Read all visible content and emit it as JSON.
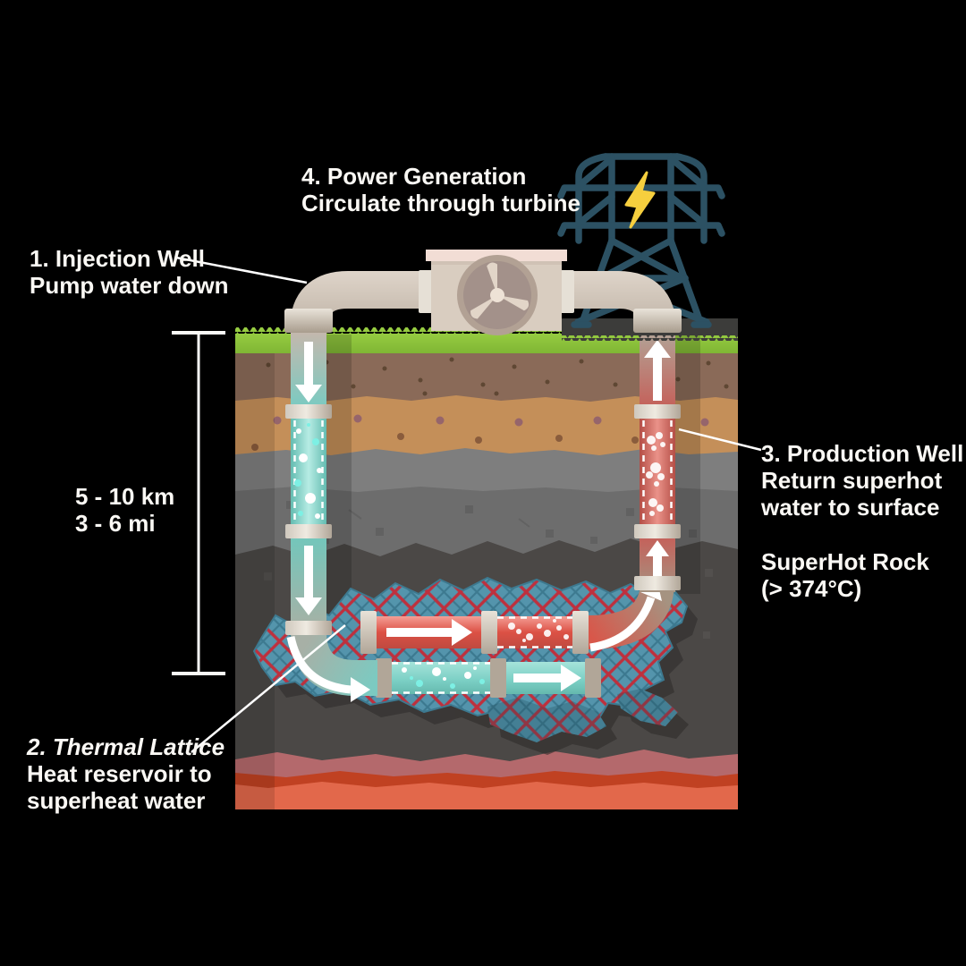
{
  "background_color": "#000000",
  "labels": {
    "power_generation": {
      "title": "4. Power Generation",
      "subtitle": "Circulate through turbine"
    },
    "injection_well": {
      "title": "1. Injection Well",
      "subtitle": "Pump water down"
    },
    "thermal_lattice": {
      "title": "2. Thermal Lattice",
      "line2": "Heat reservoir to",
      "line3": "superheat water"
    },
    "production_well": {
      "title": "3. Production Well",
      "line2": "Return superhot",
      "line3": "water to surface"
    },
    "depth_scale": {
      "km": "5 - 10 km",
      "mi": "3 - 6 mi"
    },
    "superhot_rock": {
      "title": "SuperHot Rock",
      "temp": "(> 374°C)"
    }
  },
  "icons": {
    "transmission_tower": "transmission-tower-icon",
    "lightning_bolt": "lightning-bolt-icon",
    "turbine_fan": "turbine-fan-icon",
    "flow_arrows": "flow-arrow-icon",
    "depth_scale_bar": "depth-scale-bar"
  },
  "colors": {
    "cold_water_teal": "#7ccac1",
    "hot_water_red": "#dc5145",
    "lattice_rock_blue": "#5598b0",
    "lattice_fracture_red": "#c3303e",
    "tower_teal": "#2c5163",
    "lightning_yellow": "#f6cf3e",
    "grass_green": "#8dc63f",
    "magma_orange": "#e2684b",
    "pipe_beige": "#d2c7bb",
    "label_text": "#faf8f4"
  }
}
